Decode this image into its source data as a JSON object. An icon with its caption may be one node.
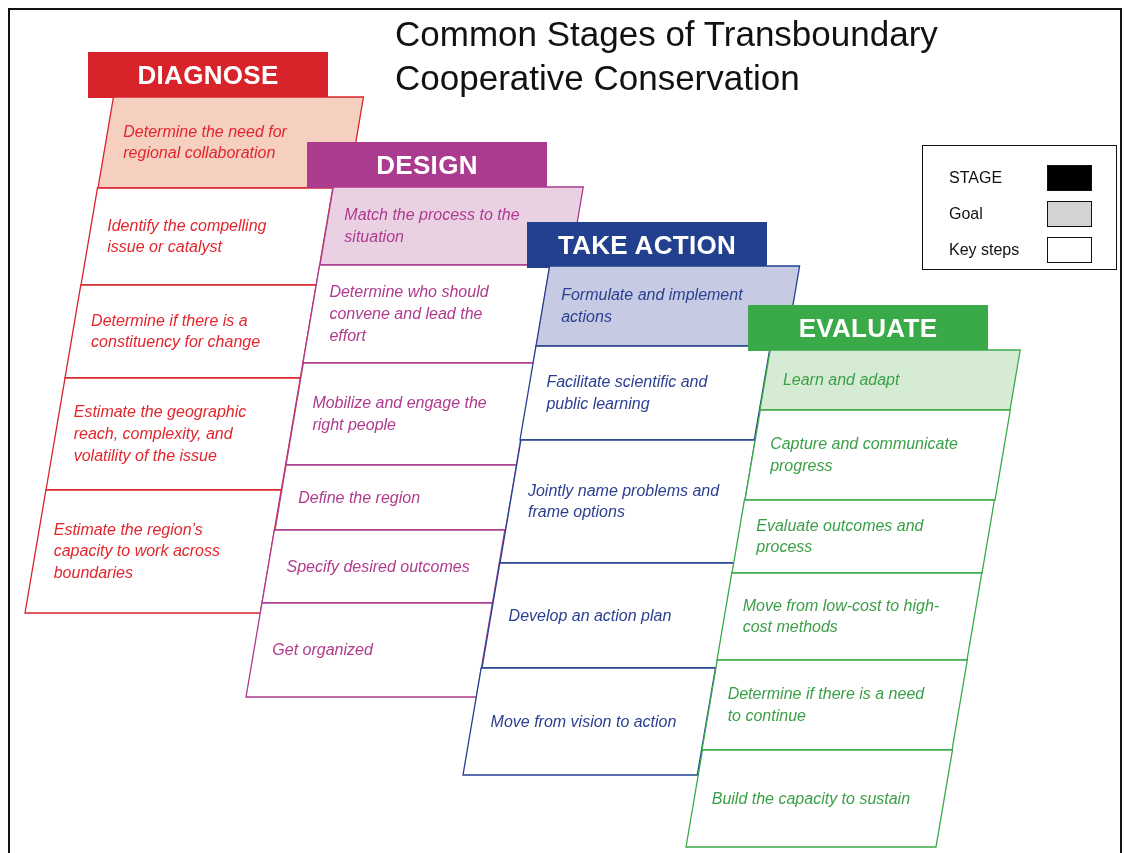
{
  "diagram": {
    "title": "Common Stages of Transboundary Cooperative Conservation",
    "nodes": [
      {
        "text": [
          "DIAGNOSE"
        ]
      },
      {
        "text": [
          "Determine the need for regional collaboration"
        ]
      },
      {
        "text": [
          "Identify the compelling issue or catalyst"
        ]
      },
      {
        "text": [
          "Determine if there is a constituency for change"
        ]
      },
      {
        "text": [
          "Estimate the geographic reach, complexity, and volatility of the issue"
        ]
      },
      {
        "text": [
          "Estimate the region’s capacity to work across boundaries"
        ]
      },
      {
        "text": [
          "DESIGN"
        ]
      },
      {
        "text": [
          "Match the process to the situation"
        ]
      },
      {
        "text": [
          "Determine who should convene and lead the effort"
        ]
      },
      {
        "text": [
          "Mobilize and engage the right people"
        ]
      },
      {
        "text": [
          "Define the region"
        ]
      },
      {
        "text": [
          "Specify desired outcomes"
        ]
      },
      {
        "text": [
          "Get organized"
        ]
      },
      {
        "text": [
          "TAKE ACTION"
        ]
      },
      {
        "text": [
          "Formulate and implement actions"
        ]
      },
      {
        "text": [
          "Facilitate scientific and public learning"
        ]
      },
      {
        "text": [
          "Jointly name problems and frame options"
        ]
      },
      {
        "text": [
          "Develop an action plan"
        ]
      },
      {
        "text": [
          "Move from vision to action"
        ]
      },
      {
        "text": [
          "EVALUATE"
        ]
      },
      {
        "text": [
          "Learn and adapt"
        ]
      },
      {
        "text": [
          "Capture and communicate progress"
        ]
      },
      {
        "text": [
          "Evaluate outcomes and process"
        ]
      },
      {
        "text": [
          "Move from low-cost to high-cost methods"
        ]
      },
      {
        "text": [
          "Determine if there is a need to continue"
        ]
      },
      {
        "text": [
          "Build the capacity to sustain"
        ]
      }
    ],
    "edges": [],
    "legend": [
      {
        "text": "STAGE",
        "color": "#000000"
      },
      {
        "text": "Goal",
        "color": "#d3d3d3"
      },
      {
        "text": "Key steps",
        "color": "#ffffff"
      }
    ]
  }
}
